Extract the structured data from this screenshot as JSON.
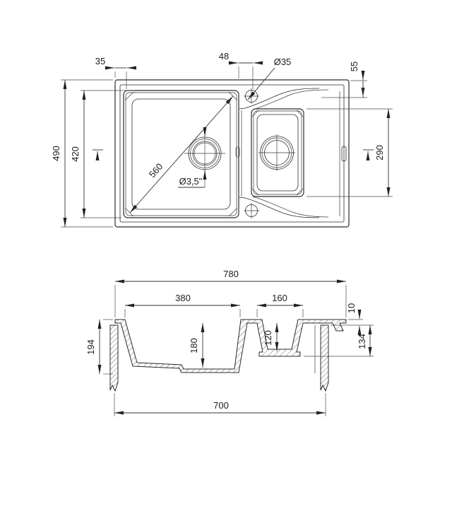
{
  "drawing": {
    "line_color": "#2b2b2b",
    "background_color": "#ffffff",
    "views": {
      "plan": "top view of 1.5-bowl kitchen sink with drainboard",
      "section": "front cross-section of sink in countertop"
    }
  },
  "dims": {
    "plan": {
      "rim_to_bowl_offset": "35",
      "bowl_to_faucet_offset": "48",
      "faucet_hole_diameter": "Ø35",
      "edge_to_drainboard": "55",
      "overall_depth": "490",
      "main_bowl_depth": "420",
      "main_bowl_diagonal": "560",
      "drain_diameter": "Ø3,5\"",
      "small_bowl_length": "290"
    },
    "section": {
      "overall_width": "780",
      "main_bowl_width": "380",
      "small_bowl_width": "160",
      "rim_above_counter": "10",
      "small_bowl_total_depth": "134",
      "small_bowl_inner_depth": "120",
      "main_bowl_inner_depth": "180",
      "overall_height": "194",
      "cutout_width": "700"
    }
  }
}
